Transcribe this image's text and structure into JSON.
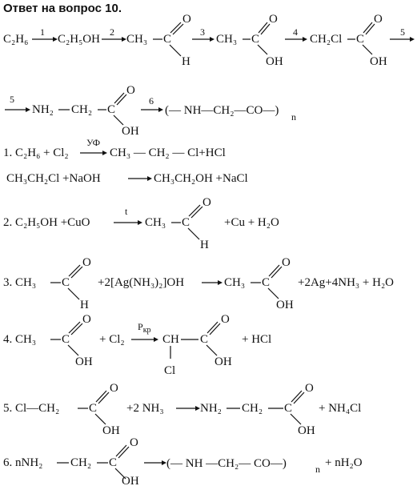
{
  "title": "Ответ на вопрос 10.",
  "chain": {
    "c1": "C₂H₆",
    "c2": "C₂H₅OH",
    "ch3": "CH₃",
    "ch2cl": "CH₂Cl",
    "o": "O",
    "h": "H",
    "oh": "OH",
    "c": "C",
    "n1": "1",
    "n2": "2",
    "n3": "3",
    "n4": "4",
    "n5": "5",
    "n5b": "5",
    "n6": "6",
    "nh2": "NH₂",
    "ch2": "CH₂",
    "polymer": "(— NH—CH₂—CO—)",
    "polymer_n": "n"
  },
  "reactions": {
    "r1a_left": "1. C₂H₆ + Cl₂",
    "r1a_cond": "УФ",
    "r1a_right": "CH₃ — CH₂ — Cl+HCl",
    "r1b_left": "CH₃CH₂Cl +NaOH",
    "r1b_right": "CH₃CH₂OH +NaCl",
    "r2_left": "2. C₂H₅OH  +CuO",
    "r2_cond": "t",
    "r2_ch3": "CH₃",
    "r2_right": "+Cu +  H₂O",
    "r3_left": "3. CH₃",
    "r3_reagent": "+2[Ag(NH₃)₂]OH",
    "r3_ch3": "CH₃",
    "r3_right": "+2Ag+4NH₃ + H₂O",
    "r4_left": "4. CH₃",
    "r4_reagent": "+ Cl₂",
    "r4_cond": "P",
    "r4_cond_sub": "кр",
    "r4_ch": "CH",
    "r4_cl": "Cl",
    "r4_right": "+ HCl",
    "r5_left": "5. Cl—CH₂",
    "r5_reagent": "+2 NH₃",
    "r5_nh2": "NH₂",
    "r5_ch2": "CH₂",
    "r5_right": "+ NH₄Cl",
    "r6_left": "6. nNH₂",
    "r6_ch2": "CH₂",
    "r6_polymer": "(— NH —CH₂— CO—)",
    "r6_n": "n",
    "r6_right": "+ nH₂O"
  }
}
